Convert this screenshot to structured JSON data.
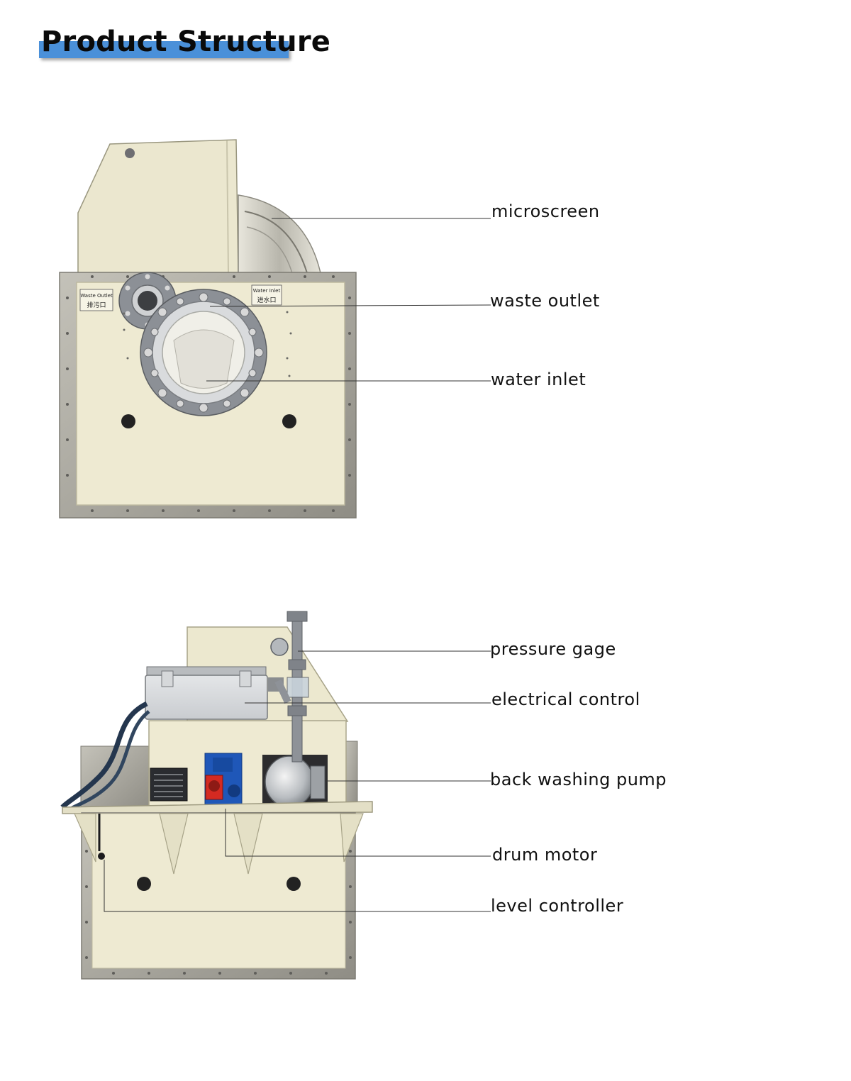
{
  "title": "Product Structure",
  "top_view": {
    "panel_labels": {
      "waste_outlet_en": "Waste Outlet",
      "waste_outlet_cn": "排污口",
      "water_inlet_en": "Water Inlet",
      "water_inlet_cn": "进水口"
    },
    "callouts": [
      "microscreen",
      "waste outlet",
      "water inlet"
    ]
  },
  "bottom_view": {
    "callouts": [
      "pressure gage",
      "electrical control",
      "back washing pump",
      "drum motor",
      "level controller"
    ]
  },
  "colors": {
    "title_bar": "#4a90d9",
    "body_cream": "#eeead2",
    "frame_steel": "#a9a79e",
    "flange_grey": "#8c9096",
    "motor_blue": "#1f57b8",
    "switch_red": "#d42a22"
  }
}
